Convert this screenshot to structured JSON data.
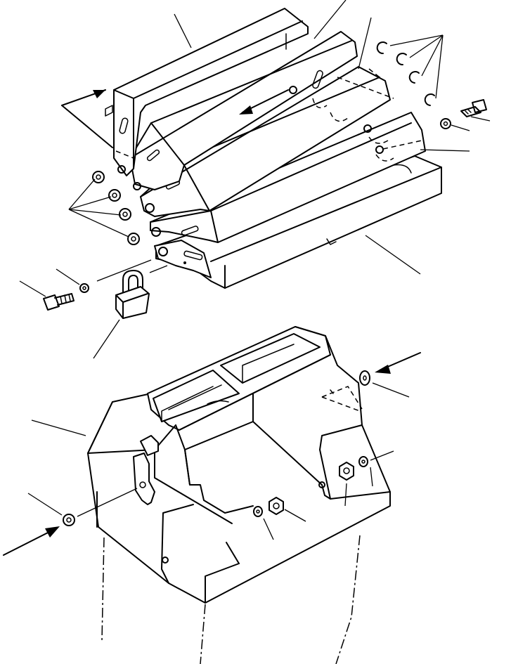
{
  "figure": {
    "title": "",
    "caption": "",
    "parts": {
      "top_assembly": [
        "cover-panel-1",
        "cover-panel-2",
        "cover-panel-3",
        "cover-panel-4",
        "base-channel"
      ],
      "fasteners": [
        "retaining-rings",
        "washers",
        "bolts",
        "nuts"
      ],
      "lower_assembly": [
        "box-frame",
        "padlock"
      ]
    },
    "colors": {
      "ink": "#000000",
      "paper": "#ffffff"
    }
  }
}
